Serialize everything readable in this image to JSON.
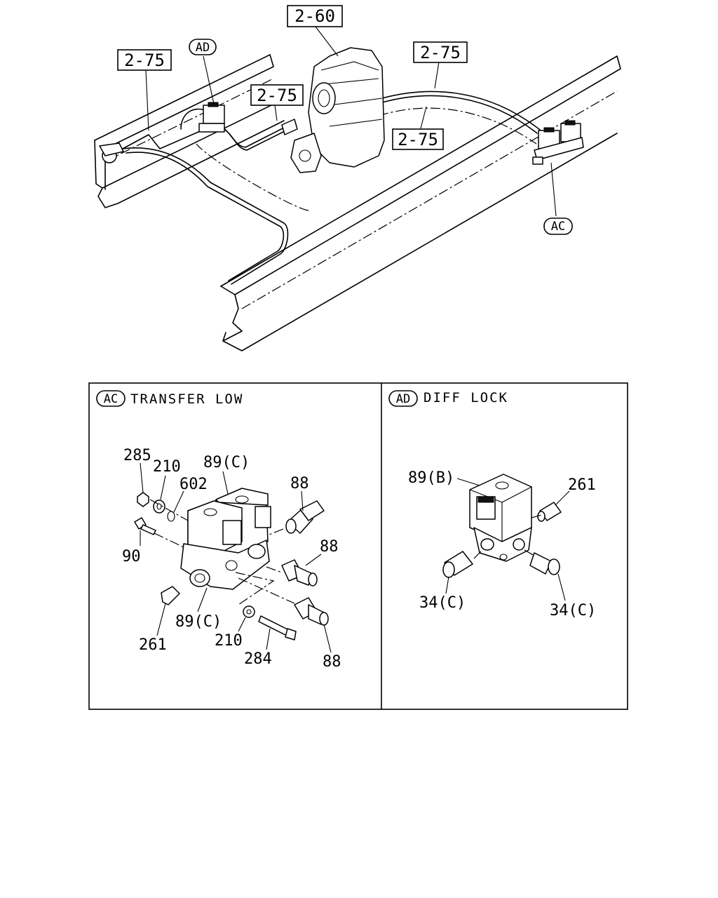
{
  "refs": {
    "r260": "2-60",
    "r275_left": "2-75",
    "r275_mid": "2-75",
    "r275_right": "2-75",
    "r275_low": "2-75"
  },
  "markers": {
    "ad_top": "AD",
    "ac_top": "AC"
  },
  "panels": {
    "transfer": {
      "marker": "AC",
      "title": "TRANSFER LOW",
      "labels": {
        "p285": "285",
        "p210a": "210",
        "p89c_top": "89(C)",
        "p602": "602",
        "p88a": "88",
        "p90": "90",
        "p88b": "88",
        "p261": "261",
        "p89c_bot": "89(C)",
        "p210b": "210",
        "p284": "284",
        "p88c": "88"
      }
    },
    "diff": {
      "marker": "AD",
      "title": "DIFF LOCK",
      "labels": {
        "p89b": "89(B)",
        "p261": "261",
        "p34c_left": "34(C)",
        "p34c_right": "34(C)"
      }
    }
  }
}
